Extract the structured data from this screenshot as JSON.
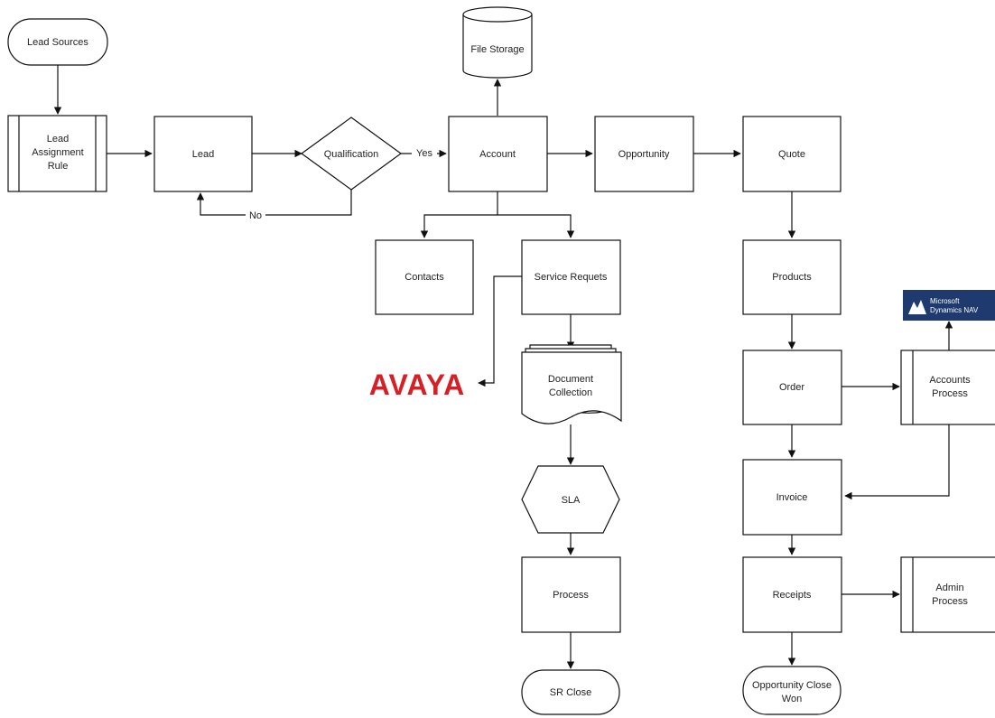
{
  "nodes": {
    "lead_sources": "Lead Sources",
    "lead_assignment": [
      "Lead",
      "Assignment",
      "Rule"
    ],
    "lead": "Lead",
    "qualification": "Qualification",
    "account": "Account",
    "file_storage": "File Storage",
    "opportunity": "Opportunity",
    "quote": "Quote",
    "contacts": "Contacts",
    "service_requests": "Service Requets",
    "document_collection": [
      "Document",
      "Collection"
    ],
    "sla": "SLA",
    "process": "Process",
    "sr_close": "SR Close",
    "products": "Products",
    "order": "Order",
    "accounts_process": [
      "Accounts",
      "Process"
    ],
    "invoice": "Invoice",
    "receipts": "Receipts",
    "admin_process": [
      "Admin",
      "Process"
    ],
    "opportunity_close_won": [
      "Opportunity Close",
      "Won"
    ]
  },
  "edges": {
    "yes": "Yes",
    "no": "No"
  },
  "logos": {
    "avaya": "AVAYA",
    "avaya_color": "#d71f26",
    "ms_dynamics": [
      "Microsoft",
      "Dynamics NAV"
    ],
    "ms_dynamics_color": "#1e3a6e"
  }
}
